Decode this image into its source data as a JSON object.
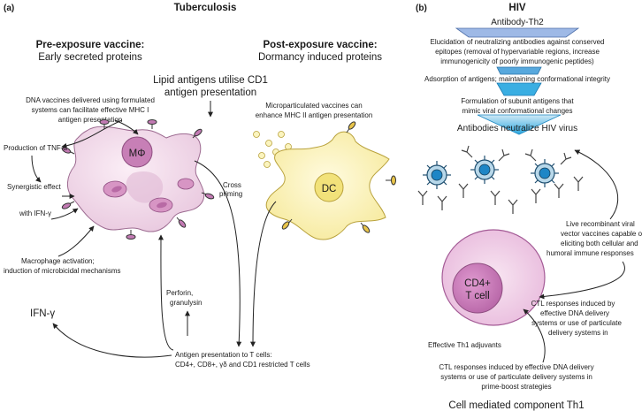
{
  "panel_a": {
    "letter": "(a)",
    "title": "Tuberculosis",
    "pre_exposure": {
      "title": "Pre-exposure vaccine:",
      "subtitle": "Early secreted proteins"
    },
    "post_exposure": {
      "title": "Post-exposure vaccine:",
      "subtitle": "Dormancy induced proteins"
    },
    "lipid": [
      "Lipid antigens utilise CD1",
      "antigen presentation"
    ],
    "dna": [
      "DNA vaccines delivered using formulated",
      "systems can facilitate effective MHC I",
      "antigen presentation"
    ],
    "micro": [
      "Microparticulated vaccines can",
      "enhance MHC II antigen presentation"
    ],
    "macrophage_label": "MΦ",
    "dc_label": "DC",
    "tnf": "Production of TNF-α",
    "synergy": [
      "Synergistic effect",
      "with IFN-γ"
    ],
    "cross": [
      "Cross",
      "priming"
    ],
    "activation": [
      "Macrophage activation;",
      "induction of microbicidal mechanisms"
    ],
    "perforin": [
      "Perforin,",
      "granulysin"
    ],
    "ifn": "IFN-γ",
    "antigen": [
      "Antigen presentation to T cells:",
      "CD4+, CD8+, γδ and CD1 restricted T cells"
    ]
  },
  "panel_b": {
    "letter": "(b)",
    "title": "HIV",
    "funnel_top": "Antibody-Th2",
    "elucidation": [
      "Elucidation of neutralizing antibodies against conserved",
      "epitopes (removal of hypervariable regions, increase",
      "immunogenicity of poorly immunogenic peptides)"
    ],
    "adsorption": "Adsorption of antigens; maintaining conformational integrity",
    "formulation": [
      "Formulation of subunit antigens that",
      "mimic viral conformational changes"
    ],
    "neutralize": "Antibodies neutralize HIV virus",
    "live": [
      "Live recombinant viral",
      "vector vaccines capable of",
      "eliciting both cellular and",
      "humoral immune responses"
    ],
    "cell": [
      "CD4+",
      "T cell"
    ],
    "ctl1": [
      "CTL responses induced by",
      "effective DNA delivery",
      "systems or use of particulate",
      "delivery systems in"
    ],
    "th1": "Effective Th1 adjuvants",
    "ctl2": [
      "CTL responses induced by effective DNA delivery",
      "systems or use of particulate delivery systems in",
      "prime-boost strategies"
    ],
    "bottom": "Cell mediated component Th1"
  },
  "colors": {
    "macrophage_fill": "#f0dcea",
    "macrophage_nucleus": "#c77fb6",
    "dc_fill": "#fbf4be",
    "dc_nucleus": "#f2e27a",
    "funnel": "#2aa8e0",
    "tcell_outer": "#f3d3eb",
    "tcell_inner": "#cc7fbc",
    "receptor_pink": "#c27ab3",
    "receptor_yellow": "#e8c44a"
  }
}
